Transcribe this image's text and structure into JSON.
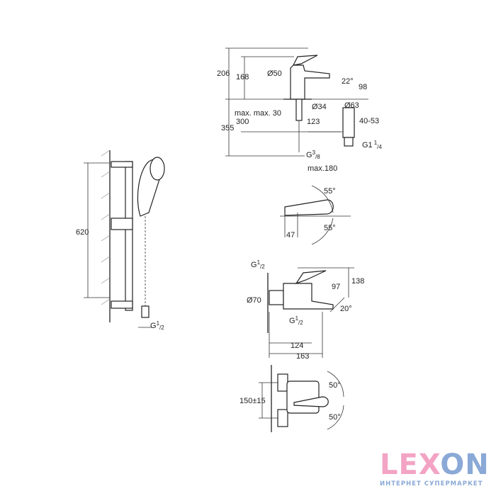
{
  "basin_mixer": {
    "dims": {
      "h206": "206",
      "h168": "168",
      "d50": "Ø50",
      "a22": "22°",
      "h98": "98",
      "d34": "Ø34",
      "d63": "Ø63",
      "max30": "max. max. 30",
      "h300": "300",
      "h355": "355",
      "w123": "123",
      "r4053": "40-53",
      "g114": "G1",
      "g114_sup": "1",
      "g114_sub": "/4",
      "g38": "G",
      "g38_sup": "3",
      "g38_sub": "/8",
      "max180": "max.180"
    }
  },
  "lever_top_view": {
    "a55_top": "55°",
    "w47": "47",
    "a55_bottom": "55°"
  },
  "bath_mixer": {
    "dims": {
      "g12_top": "G",
      "g12_top_sup": "1",
      "g12_top_sub": "/2",
      "h138": "138",
      "h97": "97",
      "d70": "Ø70",
      "a20": "20°",
      "g12_bottom": "G",
      "g12_bottom_sup": "1",
      "g12_bottom_sub": "/2",
      "w124": "124",
      "w163": "163"
    }
  },
  "bath_front_view": {
    "c150": "150±15",
    "a50_top": "50°",
    "a50_bottom": "50°"
  },
  "shower_set": {
    "h620": "620",
    "g12": "G",
    "g12_sup": "1",
    "g12_sub": "/2"
  },
  "logo": {
    "word_pink": "LEX",
    "word_blue": "ON",
    "tagline": "ИНТЕРНЕТ СУПЕРМАРКЕТ",
    "colors": {
      "pink": "#f3a3c4",
      "blue": "#8aa9d6"
    }
  }
}
